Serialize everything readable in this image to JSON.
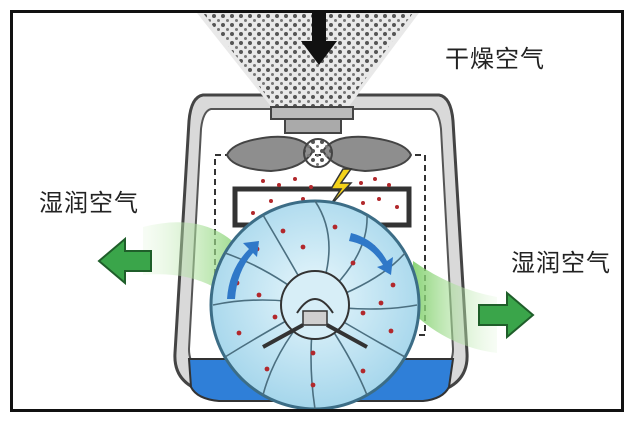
{
  "labels": {
    "dry_air": "干燥空气",
    "humid_air_left": "湿润空气",
    "humid_air_right": "湿润空气"
  },
  "icons": {
    "fan": "fan-icon",
    "lightning": "lightning-icon",
    "down_arrow": "down-arrow-icon",
    "left_arrow": "left-arrow-icon",
    "right_arrow": "right-arrow-icon",
    "wheel": "humidifier-wheel-icon"
  },
  "colors": {
    "water": "#2f7fd8",
    "wheel": "#bfe6f4",
    "arrow_green": "#3aa54a",
    "arrow_blue": "#2f78c8",
    "dots_red": "#b2282c",
    "casing": "#9a9a9a",
    "lightning": "#f4d21a"
  }
}
